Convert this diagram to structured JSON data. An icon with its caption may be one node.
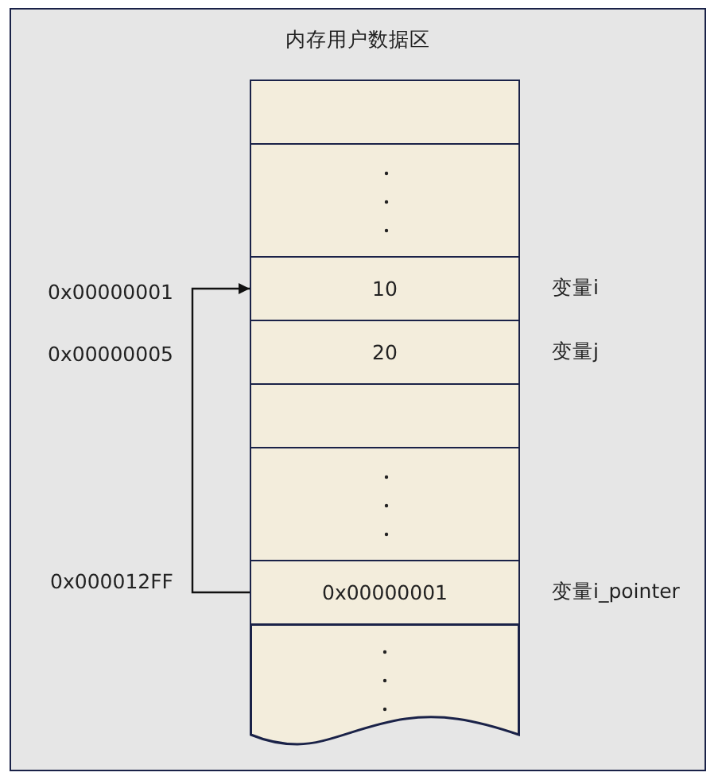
{
  "diagram": {
    "nodes": [
      {
        "text": [
          "内存用户数据区"
        ]
      },
      {
        "text": [],
        "shape": "box",
        "in": 0
      },
      {
        "text": [],
        "shape": "box",
        "in": 0
      },
      {
        "text": [
          "10"
        ],
        "beside": [
          "变量i"
        ],
        "in": 0
      },
      {
        "text": [
          "20"
        ],
        "beside": [
          "变量j"
        ],
        "in": 0
      },
      {
        "text": [],
        "shape": "box",
        "in": 0
      },
      {
        "text": [],
        "shape": "box",
        "in": 0
      },
      {
        "text": [
          "0x00000001"
        ],
        "beside": [
          "变量i_pointer"
        ],
        "in": 0
      },
      {
        "text": [],
        "shape": "box",
        "in": 0
      }
    ],
    "labels": [
      "0x00000001",
      "0x00000005",
      "0x000012FF"
    ],
    "edges": [
      {
        "from": 7,
        "to": 3,
        "arrow": "to"
      }
    ]
  }
}
